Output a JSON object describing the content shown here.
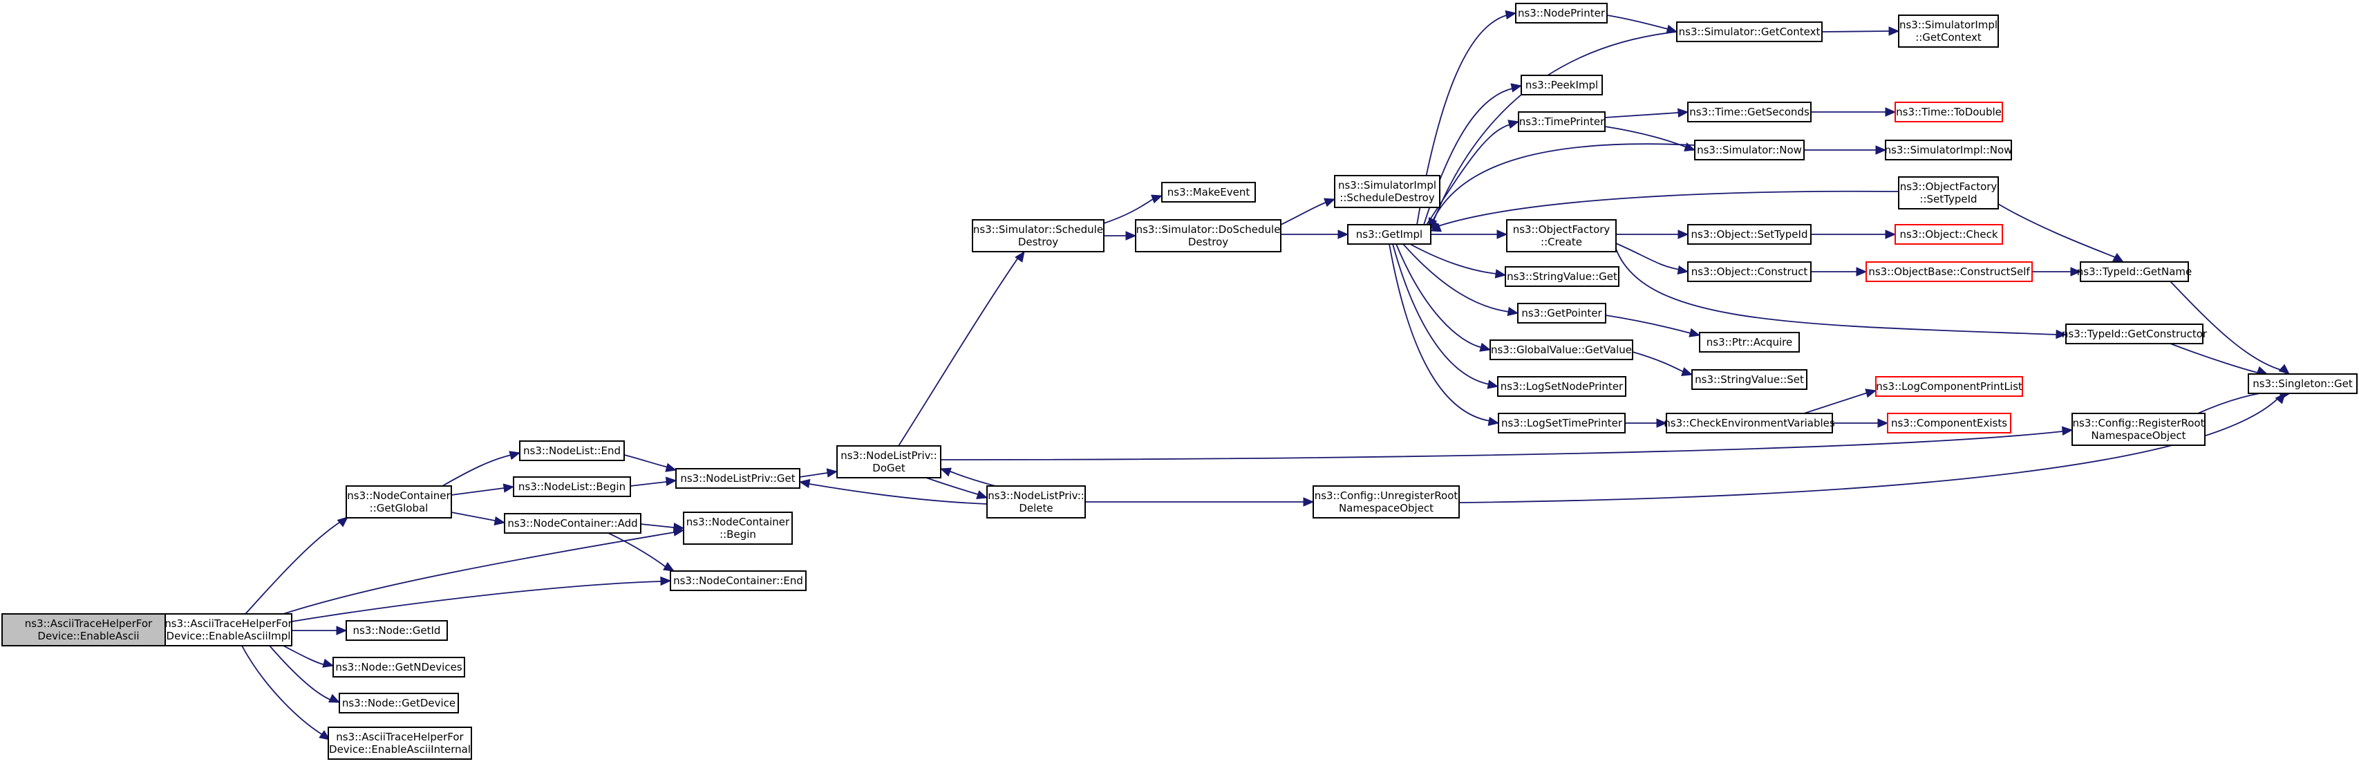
{
  "diagram": {
    "type": "call-graph",
    "colors": {
      "edge": "#191970",
      "root_fill": "#bfbfbf",
      "external_border": "#ff0000",
      "node_border": "#000000"
    },
    "nodes": [
      {
        "id": "root",
        "lines": [
          "ns3::AsciiTraceHelperFor",
          "Device::EnableAscii"
        ],
        "style": "root"
      },
      {
        "id": "impl",
        "lines": [
          "ns3::AsciiTraceHelperFor",
          "Device::EnableAsciiImpl"
        ],
        "style": "normal"
      },
      {
        "id": "getglobal",
        "lines": [
          "ns3::NodeContainer",
          "::GetGlobal"
        ],
        "style": "normal"
      },
      {
        "id": "getid",
        "lines": [
          "ns3::Node::GetId"
        ],
        "style": "normal"
      },
      {
        "id": "getndev",
        "lines": [
          "ns3::Node::GetNDevices"
        ],
        "style": "normal"
      },
      {
        "id": "getdev",
        "lines": [
          "ns3::Node::GetDevice"
        ],
        "style": "normal"
      },
      {
        "id": "internal",
        "lines": [
          "ns3::AsciiTraceHelperFor",
          "Device::EnableAsciiInternal"
        ],
        "style": "normal"
      },
      {
        "id": "nlend",
        "lines": [
          "ns3::NodeList::End"
        ],
        "style": "normal"
      },
      {
        "id": "nlbegin",
        "lines": [
          "ns3::NodeList::Begin"
        ],
        "style": "normal"
      },
      {
        "id": "ncadd",
        "lines": [
          "ns3::NodeContainer::Add"
        ],
        "style": "normal"
      },
      {
        "id": "ncbegin",
        "lines": [
          "ns3::NodeContainer",
          "::Begin"
        ],
        "style": "normal"
      },
      {
        "id": "ncend",
        "lines": [
          "ns3::NodeContainer::End"
        ],
        "style": "normal"
      },
      {
        "id": "nlpget",
        "lines": [
          "ns3::NodeListPriv::Get"
        ],
        "style": "normal"
      },
      {
        "id": "doget",
        "lines": [
          "ns3::NodeListPriv::",
          "DoGet"
        ],
        "style": "normal"
      },
      {
        "id": "delete",
        "lines": [
          "ns3::NodeListPriv::",
          "Delete"
        ],
        "style": "normal"
      },
      {
        "id": "sched",
        "lines": [
          "ns3::Simulator::Schedule",
          "Destroy"
        ],
        "style": "normal"
      },
      {
        "id": "makeevent",
        "lines": [
          "ns3::MakeEvent"
        ],
        "style": "normal"
      },
      {
        "id": "dosched",
        "lines": [
          "ns3::Simulator::DoSchedule",
          "Destroy"
        ],
        "style": "normal"
      },
      {
        "id": "simschedd",
        "lines": [
          "ns3::SimulatorImpl",
          "::ScheduleDestroy"
        ],
        "style": "normal"
      },
      {
        "id": "getimpl",
        "lines": [
          "ns3::GetImpl"
        ],
        "style": "normal"
      },
      {
        "id": "unreg",
        "lines": [
          "ns3::Config::UnregisterRoot",
          "NamespaceObject"
        ],
        "style": "normal"
      },
      {
        "id": "nodeprinter",
        "lines": [
          "ns3::NodePrinter"
        ],
        "style": "normal"
      },
      {
        "id": "peekimpl",
        "lines": [
          "ns3::PeekImpl"
        ],
        "style": "normal"
      },
      {
        "id": "timeprinter",
        "lines": [
          "ns3::TimePrinter"
        ],
        "style": "normal"
      },
      {
        "id": "ofcreate",
        "lines": [
          "ns3::ObjectFactory",
          "::Create"
        ],
        "style": "normal"
      },
      {
        "id": "svget",
        "lines": [
          "ns3::StringValue::Get"
        ],
        "style": "normal"
      },
      {
        "id": "getpointer",
        "lines": [
          "ns3::GetPointer"
        ],
        "style": "normal"
      },
      {
        "id": "gvgetvalue",
        "lines": [
          "ns3::GlobalValue::GetValue"
        ],
        "style": "normal"
      },
      {
        "id": "lognp",
        "lines": [
          "ns3::LogSetNodePrinter"
        ],
        "style": "normal"
      },
      {
        "id": "logtp",
        "lines": [
          "ns3::LogSetTimePrinter"
        ],
        "style": "normal"
      },
      {
        "id": "simgetctx",
        "lines": [
          "ns3::Simulator::GetContext"
        ],
        "style": "normal"
      },
      {
        "id": "timegetsec",
        "lines": [
          "ns3::Time::GetSeconds"
        ],
        "style": "normal"
      },
      {
        "id": "simnow",
        "lines": [
          "ns3::Simulator::Now"
        ],
        "style": "normal"
      },
      {
        "id": "objsettid",
        "lines": [
          "ns3::Object::SetTypeId"
        ],
        "style": "normal"
      },
      {
        "id": "objconstruct",
        "lines": [
          "ns3::Object::Construct"
        ],
        "style": "normal"
      },
      {
        "id": "ptracquire",
        "lines": [
          "ns3::Ptr::Acquire"
        ],
        "style": "normal"
      },
      {
        "id": "svset",
        "lines": [
          "ns3::StringValue::Set"
        ],
        "style": "normal"
      },
      {
        "id": "checkenv",
        "lines": [
          "ns3::CheckEnvironmentVariables"
        ],
        "style": "normal"
      },
      {
        "id": "simimplgetctx",
        "lines": [
          "ns3::SimulatorImpl",
          "::GetContext"
        ],
        "style": "normal"
      },
      {
        "id": "timetodouble",
        "lines": [
          "ns3::Time::ToDouble"
        ],
        "style": "red"
      },
      {
        "id": "simimplnow",
        "lines": [
          "ns3::SimulatorImpl::Now"
        ],
        "style": "normal"
      },
      {
        "id": "objcheck",
        "lines": [
          "ns3::Object::Check"
        ],
        "style": "red"
      },
      {
        "id": "obconstructself",
        "lines": [
          "ns3::ObjectBase::ConstructSelf"
        ],
        "style": "red"
      },
      {
        "id": "logcpl",
        "lines": [
          "ns3::LogComponentPrintList"
        ],
        "style": "red"
      },
      {
        "id": "compexists",
        "lines": [
          "ns3::ComponentExists"
        ],
        "style": "red"
      },
      {
        "id": "ofsettid",
        "lines": [
          "ns3::ObjectFactory",
          "::SetTypeId"
        ],
        "style": "normal"
      },
      {
        "id": "tidgetname",
        "lines": [
          "ns3::TypeId::GetName"
        ],
        "style": "normal"
      },
      {
        "id": "tidgetctor",
        "lines": [
          "ns3::TypeId::GetConstructor"
        ],
        "style": "normal"
      },
      {
        "id": "regroot",
        "lines": [
          "ns3::Config::RegisterRoot",
          "NamespaceObject"
        ],
        "style": "normal"
      },
      {
        "id": "singleton",
        "lines": [
          "ns3::Singleton::Get"
        ],
        "style": "normal"
      }
    ]
  }
}
